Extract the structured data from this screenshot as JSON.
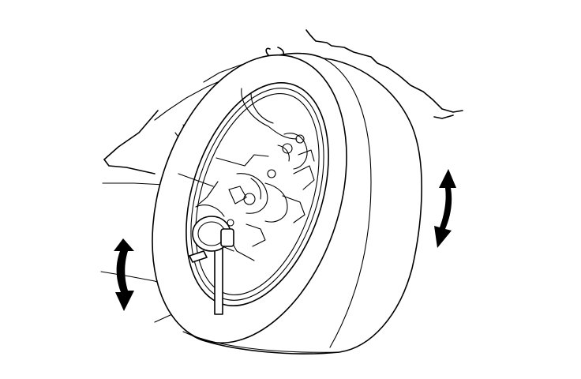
{
  "diagram": {
    "subject": "wheel-runout-measurement",
    "colors": {
      "line": "#000000",
      "background": "#ffffff"
    },
    "icons": [
      "vehicle-body-outline",
      "wheel-hub-assembly",
      "tire",
      "dial-indicator",
      "rotation-arrow-left",
      "rotation-arrow-right"
    ]
  }
}
